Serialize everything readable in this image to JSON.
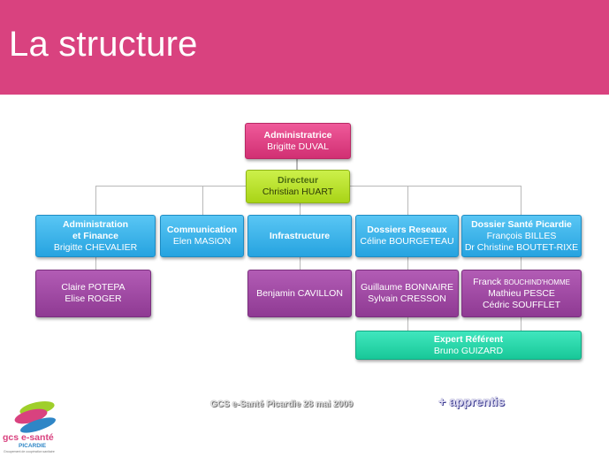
{
  "header": {
    "title": "La structure"
  },
  "org": {
    "administratrice": {
      "title": "Administratrice",
      "person": "Brigitte DUVAL"
    },
    "directeur": {
      "title": "Directeur",
      "person": "Christian HUART"
    },
    "admin_finance": {
      "title_line1": "Administration",
      "title_line2": "et Finance",
      "person": "Brigitte CHEVALIER"
    },
    "communication": {
      "title": "Communication",
      "person": "Elen MASION"
    },
    "infrastructure": {
      "title": "Infrastructure"
    },
    "dossiers_reseaux": {
      "title": "Dossiers Reseaux",
      "person": "Céline BOURGETEAU"
    },
    "dossier_sante": {
      "title": "Dossier Santé Picardie",
      "person1": "François BILLES",
      "person2": "Dr Christine BOUTET-RIXE"
    },
    "staff_admin": {
      "person1": "Claire POTEPA",
      "person2": "Elise ROGER"
    },
    "staff_infra": {
      "person1": "Benjamin CAVILLON"
    },
    "staff_reseaux": {
      "person1": "Guillaume BONNAIRE",
      "person2": "Sylvain CRESSON"
    },
    "staff_sante": {
      "person1": "Franck",
      "person1_suffix": "BOUCHIND'HOMME",
      "person2": "Mathieu PESCE",
      "person3": "Cédric SOUFFLET"
    },
    "expert": {
      "title": "Expert Référent",
      "person": "Bruno GUIZARD"
    }
  },
  "footer": {
    "caption": "GCS e-Santé Picardie 28 mai 2009",
    "apprentis": "+ apprentis"
  },
  "logo": {
    "name": "gcs e-santé",
    "region": "PICARDIE",
    "tagline": "Groupement de coopération sanitaire"
  }
}
